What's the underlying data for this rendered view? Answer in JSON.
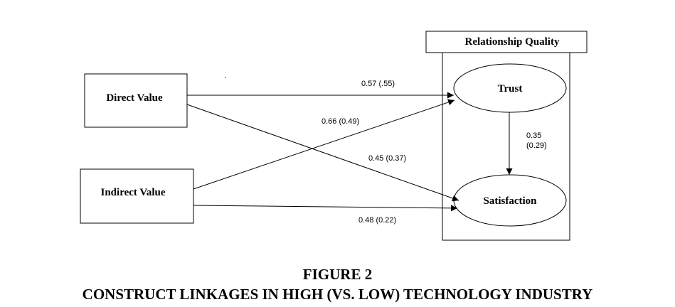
{
  "diagram": {
    "group_label": "Relationship Quality",
    "nodes": {
      "direct_value": "Direct Value",
      "indirect_value": "Indirect Value",
      "trust": "Trust",
      "satisfaction": "Satisfaction"
    },
    "paths": {
      "direct_to_trust": "0.57 (.55)",
      "indirect_to_trust": "0.66 (0.49)",
      "direct_to_satisfaction": "0.45 (0.37)",
      "indirect_to_satisfaction": "0.48 (0.22)",
      "trust_to_satisfaction_line1": "0.35",
      "trust_to_satisfaction_line2": "(0.29)"
    }
  },
  "caption": {
    "figure_number": "FIGURE 2",
    "title": "CONSTRUCT LINKAGES IN HIGH (VS. LOW) TECHNOLOGY INDUSTRY"
  }
}
